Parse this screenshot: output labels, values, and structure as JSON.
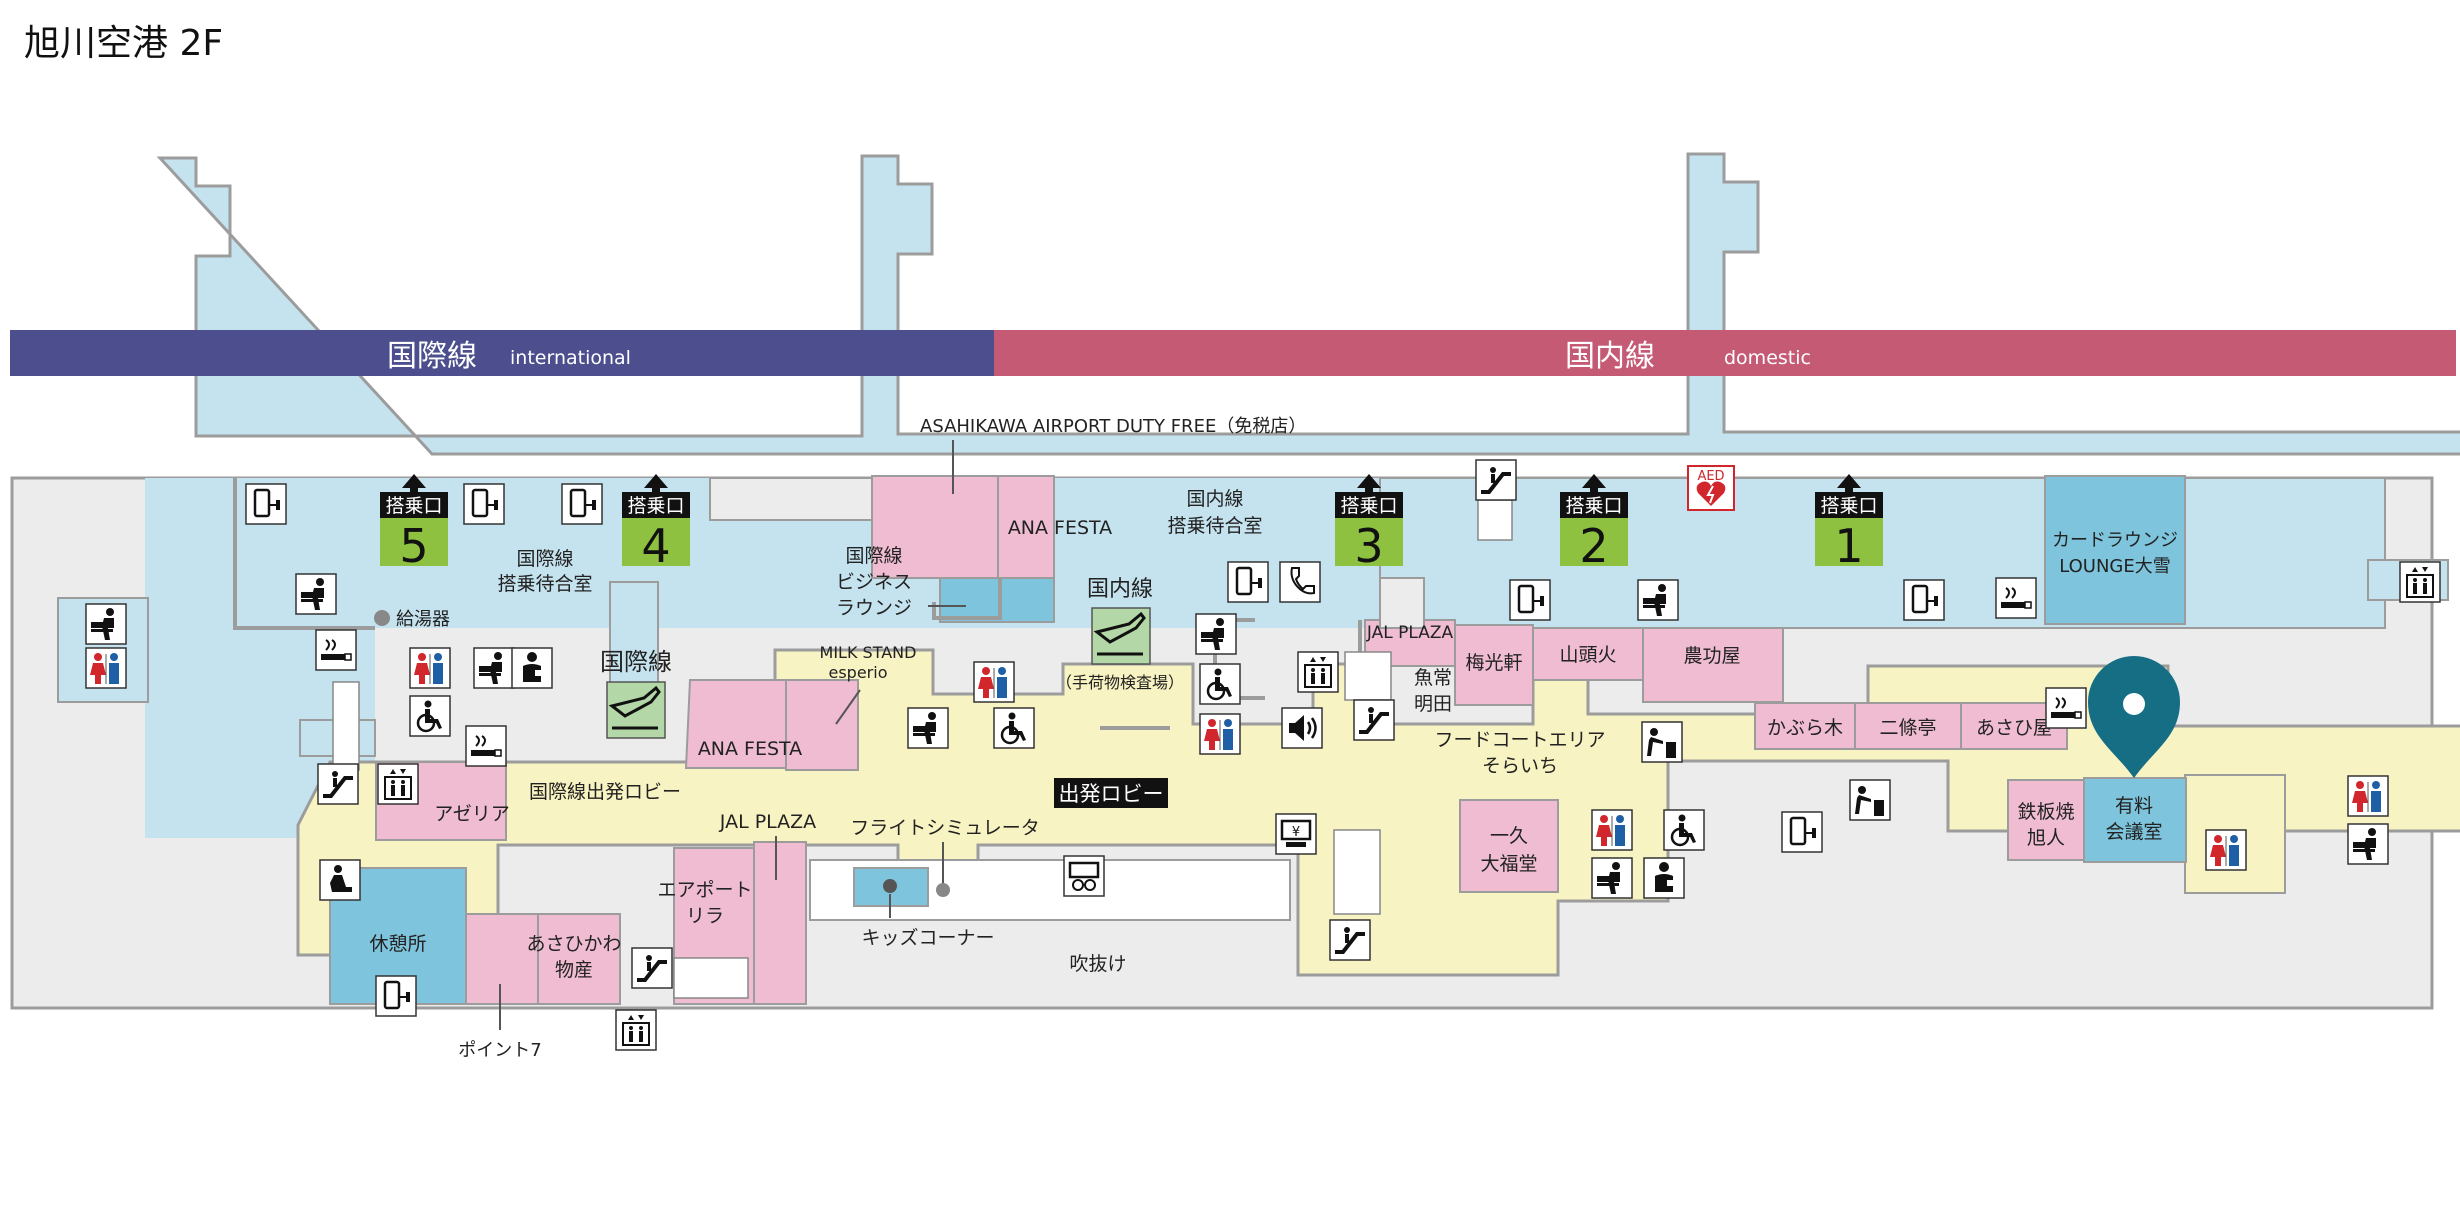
{
  "title": "旭川空港 2F",
  "colors": {
    "international": "#4c4e8e",
    "domestic": "#c55a75",
    "gate_lounge": "#c5e3ef",
    "lobby": "#f8f3c2",
    "shop": "#efbcd2",
    "service": "#7ec4dc",
    "gate": "#8ec13f",
    "neutral": "#ececec",
    "pin": "#166e84"
  },
  "bands": {
    "international": {
      "jp": "国際線",
      "en": "international"
    },
    "domestic": {
      "jp": "国内線",
      "en": "domestic"
    }
  },
  "gates": [
    {
      "name": "gate-5",
      "label": "搭乗口",
      "number": "5"
    },
    {
      "name": "gate-4",
      "label": "搭乗口",
      "number": "4"
    },
    {
      "name": "gate-3",
      "label": "搭乗口",
      "number": "3"
    },
    {
      "name": "gate-2",
      "label": "搭乗口",
      "number": "2"
    },
    {
      "name": "gate-1",
      "label": "搭乗口",
      "number": "1"
    }
  ],
  "areas": {
    "intl_waiting": [
      "国際線",
      "搭乗待合室"
    ],
    "dom_waiting": [
      "国内線",
      "搭乗待合室"
    ],
    "intl_business": [
      "国際線",
      "ビジネス",
      "ラウンジ"
    ],
    "duty_free": "ASAHIKAWA AIRPORT DUTY FREE（免税店）",
    "ana_festa_1": "ANA FESTA",
    "ana_festa_2": "ANA FESTA",
    "milk_stand": [
      "MILK STAND",
      "esperio"
    ],
    "intl_line": "国際線",
    "dom_line": "国内線",
    "baggage": "（手荷物検査場）",
    "intl_departure_lobby": "国際線出発ロビー",
    "departure_lobby": "出発ロビー",
    "jal_plaza_1": "JAL PLAZA",
    "jal_plaza_2": "JAL PLAZA",
    "flight_sim": "フライトシミュレータ",
    "kids": "キッズコーナー",
    "atrium": "吹抜け",
    "airport_lila": [
      "エアポート",
      "リラ"
    ],
    "azalea": "アゼリア",
    "rest": "休憩所",
    "asahikawa_bussan": [
      "あさひかわ",
      "物産"
    ],
    "point7": "ポイント7",
    "hot_water": "給湯器",
    "food_court": [
      "フードコートエリア",
      "そらいち"
    ],
    "baikoken": "梅光軒",
    "santouka": "山頭火",
    "noukouya": "農功屋",
    "uojo": [
      "魚常",
      "明田"
    ],
    "kaburagi": "かぶら木",
    "nijoutei": "二條亭",
    "asahiya": "あさひ屋",
    "ikkyu": [
      "一久",
      "大福堂"
    ],
    "teppan": [
      "鉄板焼",
      "旭人"
    ],
    "meeting": [
      "有料",
      "会議室"
    ],
    "card_lounge": [
      "カードラウンジ",
      "LOUNGE大雪"
    ],
    "aed": "AED"
  }
}
